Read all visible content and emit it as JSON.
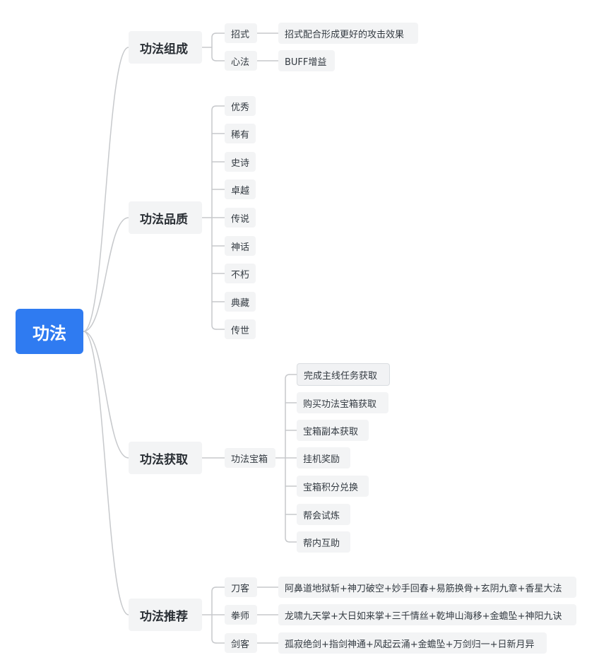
{
  "root": "功法",
  "branches": [
    {
      "label": "功法组成",
      "children": [
        {
          "label": "招式",
          "child": "招式配合形成更好的攻击效果"
        },
        {
          "label": "心法",
          "child": "BUFF增益"
        }
      ]
    },
    {
      "label": "功法品质",
      "items": [
        "优秀",
        "稀有",
        "史诗",
        "卓越",
        "传说",
        "神话",
        "不朽",
        "典藏",
        "传世"
      ]
    },
    {
      "label": "功法获取",
      "mid": "功法宝箱",
      "items": [
        "完成主线任务获取",
        "购买功法宝箱获取",
        "宝箱副本获取",
        "挂机奖励",
        "宝箱积分兑换",
        "帮会试炼",
        "帮内互助"
      ]
    },
    {
      "label": "功法推荐",
      "children": [
        {
          "label": "刀客",
          "child": "阿鼻道地狱斩+神刀破空+妙手回春+易筋换骨+玄阴九章+香星大法"
        },
        {
          "label": "拳师",
          "child": "龙啸九天掌+大日如来掌+三千情丝+乾坤山海移+金蟾坠+神阳九诀"
        },
        {
          "label": "剑客",
          "child": "孤寂绝剑+指剑神通+风起云涌+金蟾坠+万剑归一+日新月异"
        }
      ]
    }
  ]
}
